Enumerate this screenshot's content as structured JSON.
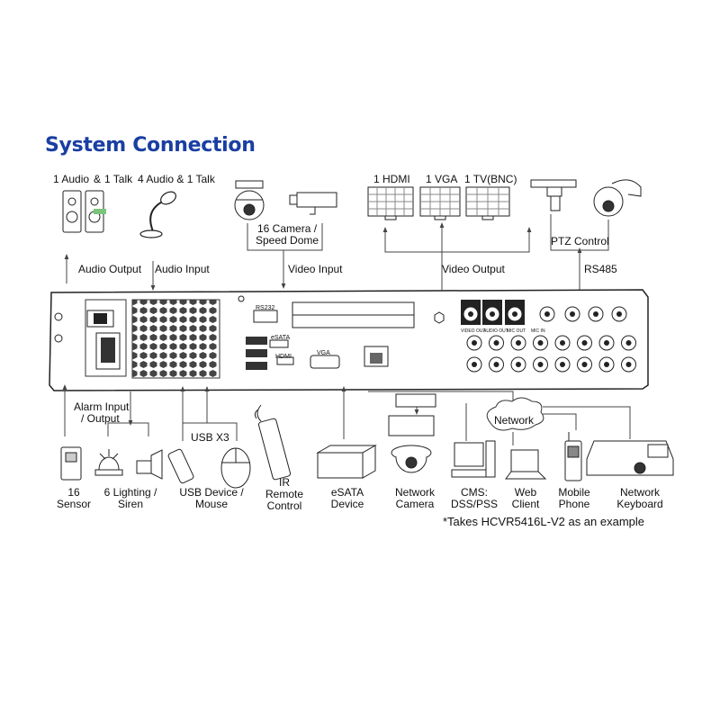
{
  "title": "System Connection",
  "top_labels": {
    "audio_1": "1 Audio",
    "audio_amp": "&",
    "talk_1": "1 Talk",
    "audio_4": "4 Audio & 1 Talk",
    "camera": "16 Camera /",
    "speed_dome": "Speed Dome",
    "hdmi": "1 HDMI",
    "vga": "1 VGA",
    "tv": "1 TV(BNC)",
    "ptz": "PTZ Control"
  },
  "connector_labels": {
    "audio_output": "Audio Output",
    "audio_input": "Audio Input",
    "video_input": "Video Input",
    "video_output": "Video Output",
    "rs485": "RS485",
    "alarm_io_1": "Alarm Input",
    "alarm_io_2": "/ Output",
    "usb_x3": "USB X3",
    "network": "Network"
  },
  "panel_labels": {
    "rs232": "RS232",
    "hdmi": "HDMI",
    "vga": "VGA",
    "esata": "eSATA",
    "video_out": "VIDEO OUT",
    "audio_out": "AUDIO OUT",
    "mic_out": "MIC OUT",
    "mic_in": "MIC IN"
  },
  "bottom_devices": [
    {
      "line1": "16",
      "line2": "Sensor"
    },
    {
      "line1": "6 Lighting /",
      "line2": "Siren"
    },
    {
      "line1": "USB Device /",
      "line2": "Mouse"
    },
    {
      "line1": "IR",
      "line2": "Remote",
      "line3": "Control"
    },
    {
      "line1": "eSATA",
      "line2": "Device"
    },
    {
      "line1": "Network",
      "line2": "Camera"
    },
    {
      "line1": "CMS:",
      "line2": "DSS/PSS"
    },
    {
      "line1": "Web",
      "line2": "Client"
    },
    {
      "line1": "Mobile",
      "line2": "Phone"
    },
    {
      "line1": "Network",
      "line2": "Keyboard"
    }
  ],
  "footnote": "*Takes HCVR5416L-V2 as an example",
  "colors": {
    "title": "#1a3fa3",
    "line": "#555555",
    "device_stroke": "#222222"
  }
}
